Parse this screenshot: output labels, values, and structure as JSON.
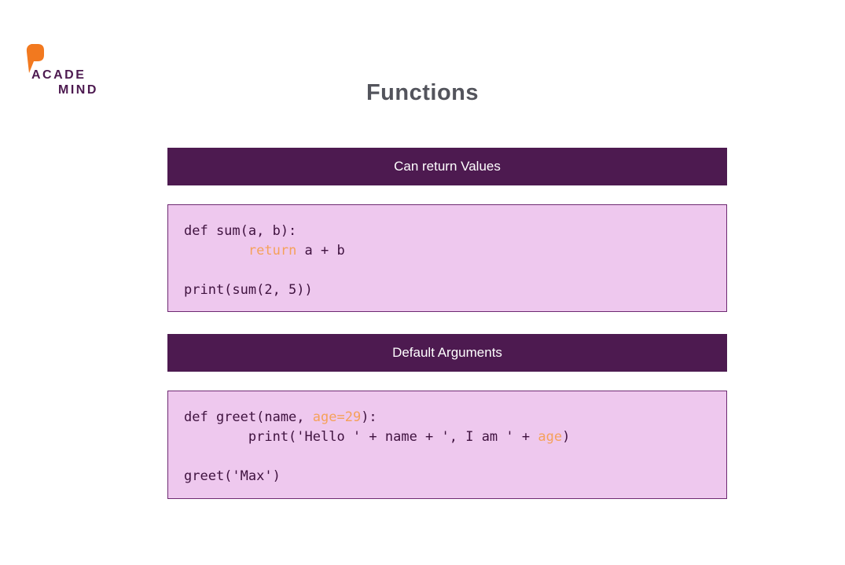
{
  "page": {
    "heading": "Functions"
  },
  "logo": {
    "line1": "ACADE",
    "line2": "MIND"
  },
  "colors": {
    "brand_purple": "#4d1a50",
    "heading_gray": "#53545c",
    "code_bg": "#eec8ee",
    "code_border": "#6e2a72",
    "code_text": "#3f123f",
    "accent_orange": "#f5a15a",
    "logo_orange": "#f2791f"
  },
  "sections": [
    {
      "banner_label": "Can return Values",
      "code_lines": [
        {
          "segments": [
            {
              "text": "def sum(a, b):"
            }
          ]
        },
        {
          "segments": [
            {
              "text": "        "
            },
            {
              "text": "return"
            },
            {
              "text": " a + b"
            }
          ]
        },
        {
          "segments": [
            {
              "text": ""
            }
          ]
        },
        {
          "segments": [
            {
              "text": "print(sum(2, 5))"
            }
          ]
        }
      ]
    },
    {
      "banner_label": "Default Arguments",
      "code_lines": [
        {
          "segments": [
            {
              "text": "def greet(name, "
            },
            {
              "text": "age=29"
            },
            {
              "text": "):"
            }
          ]
        },
        {
          "segments": [
            {
              "text": "        print('Hello ' + name + ', I am ' + "
            },
            {
              "text": "age"
            },
            {
              "text": ")"
            }
          ]
        },
        {
          "segments": [
            {
              "text": ""
            }
          ]
        },
        {
          "segments": [
            {
              "text": "greet('Max')"
            }
          ]
        }
      ]
    }
  ]
}
